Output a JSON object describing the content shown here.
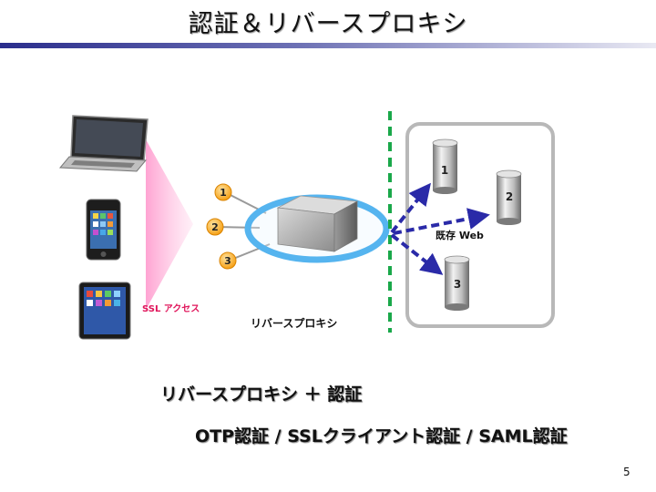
{
  "slide": {
    "title": "認証＆リバースプロキシ",
    "page_number": "5"
  },
  "diagram": {
    "ssl_label": "SSL アクセス",
    "proxy_label": "リバースプロキシ",
    "web_label": "既存 Web",
    "connection_numbers": [
      "1",
      "2",
      "3"
    ],
    "server_numbers": [
      "1",
      "2",
      "3"
    ]
  },
  "captions": {
    "line1": "リバースプロキシ ＋ 認証",
    "line2": "OTP認証 /  SSLクライアント認証 / SAML認証"
  },
  "colors": {
    "title_bar": "#2a2d8c",
    "ssl_text": "#e0145a",
    "ring": "#55b4ef",
    "dashed_divider": "#1aa84a",
    "arrows": "#2a2aa8",
    "badge": "#f5a623"
  }
}
